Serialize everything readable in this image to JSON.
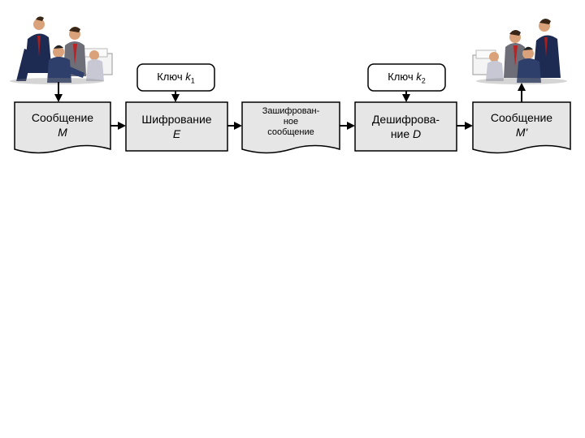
{
  "diagram": {
    "key1": {
      "text": "Ключ ",
      "var": "k",
      "sub": "1"
    },
    "key2": {
      "text": "Ключ ",
      "var": "k",
      "sub": "2"
    },
    "message_in": {
      "line1": "Сообщение",
      "line2": "M"
    },
    "encryption": {
      "line1": "Шифрование",
      "line2": "E"
    },
    "encrypted": {
      "line1": "Зашифрован-",
      "line2": "ное",
      "line3": "сообщение"
    },
    "decryption": {
      "line1": "Дешифрова-",
      "line2": "ние ",
      "var": "D"
    },
    "message_out": {
      "line1": "Сообщение",
      "line2": "M'"
    }
  },
  "colors": {
    "box_fill": "#e6e6e6",
    "stroke": "#000000",
    "background": "#ffffff"
  },
  "icons": [
    "people-clipart-icon",
    "people-clipart-icon"
  ]
}
